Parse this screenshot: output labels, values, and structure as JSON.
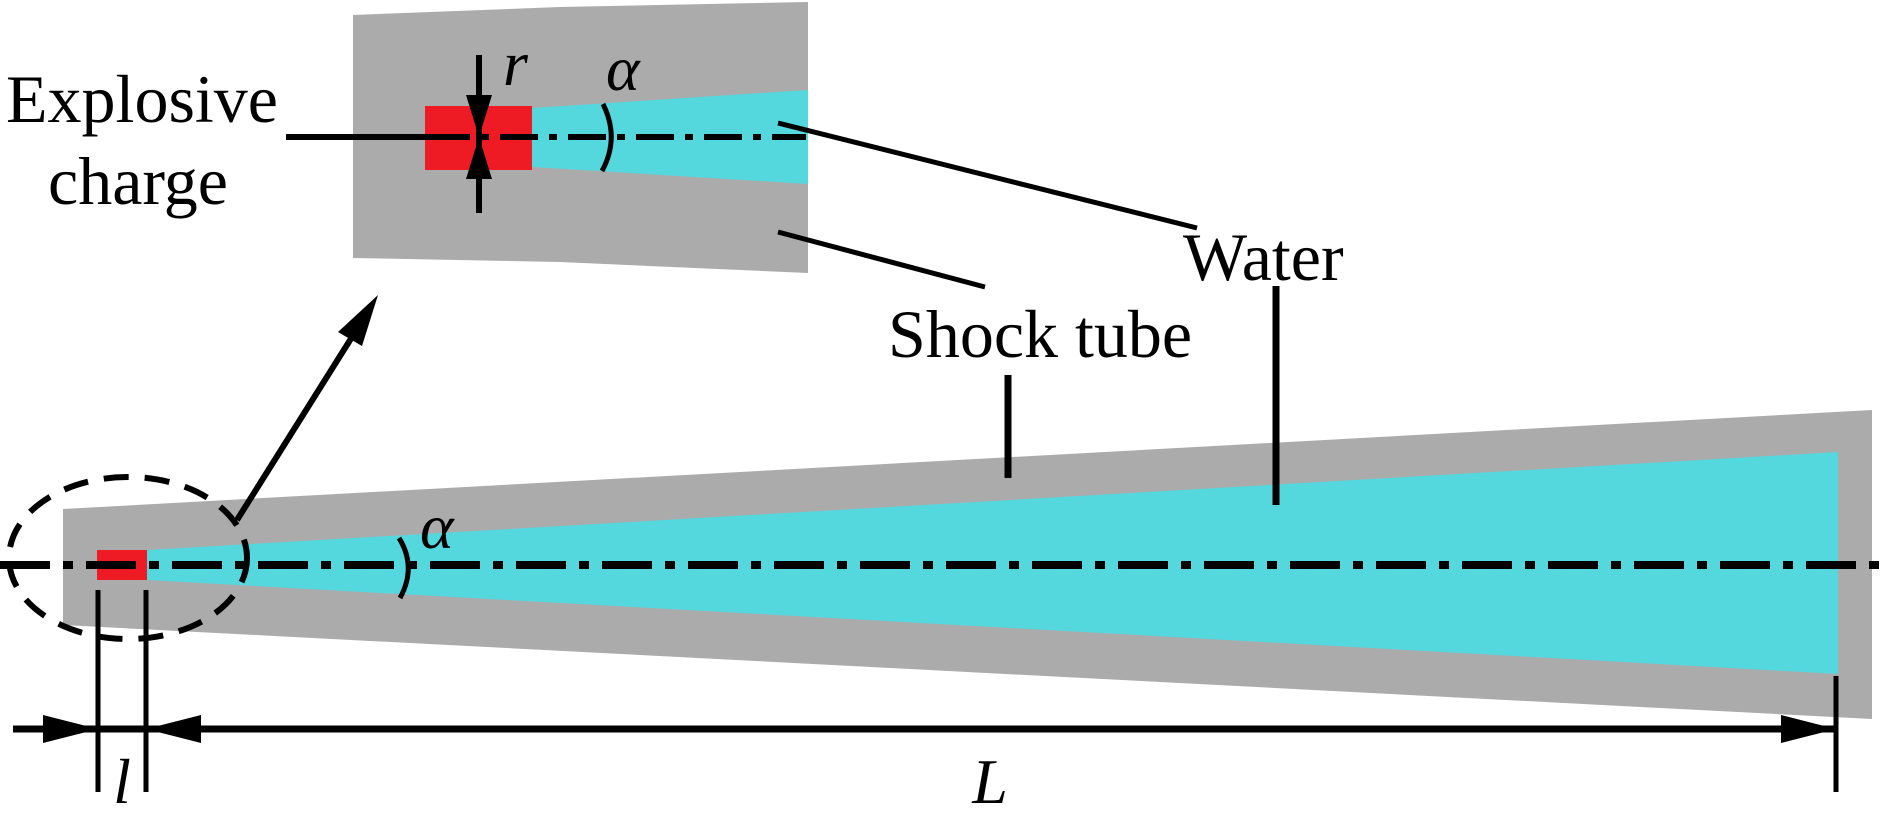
{
  "figure": {
    "description": "Schematic of a conical shock tube: explosive charge at the apex, water-filled cone inside a gray tube wall, with magnified inset of the charge region",
    "colors": {
      "tube_wall": "#ababab",
      "water": "#55d7de",
      "explosive": "#ee1b24",
      "ink": "#000000"
    },
    "labels": {
      "explosive_charge_line1": "Explosive",
      "explosive_charge_line2": "charge",
      "shock_tube": "Shock tube",
      "water": "Water",
      "charge_radius": "r",
      "cone_angle_inset": "α",
      "cone_angle_main": "α",
      "charge_length": "l",
      "tube_length": "L"
    }
  }
}
